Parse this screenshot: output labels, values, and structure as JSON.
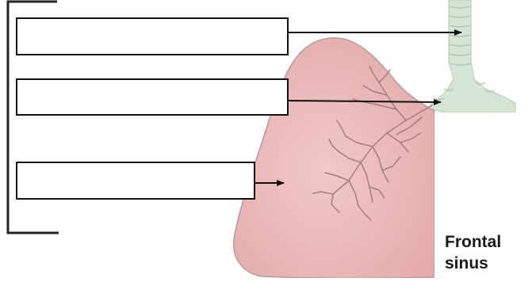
{
  "diagram": {
    "label_boxes": [
      {
        "id": "box-1",
        "text": ""
      },
      {
        "id": "box-2",
        "text": ""
      },
      {
        "id": "box-3",
        "text": ""
      }
    ],
    "caption_lines": [
      "Frontal",
      "sinus"
    ],
    "colors": {
      "lung_fill": "#eab6b6",
      "lung_outline": "#b09a9a",
      "airway": "#cfe0cf",
      "bronchi": "#a07d7d",
      "lines": "#111111"
    }
  }
}
